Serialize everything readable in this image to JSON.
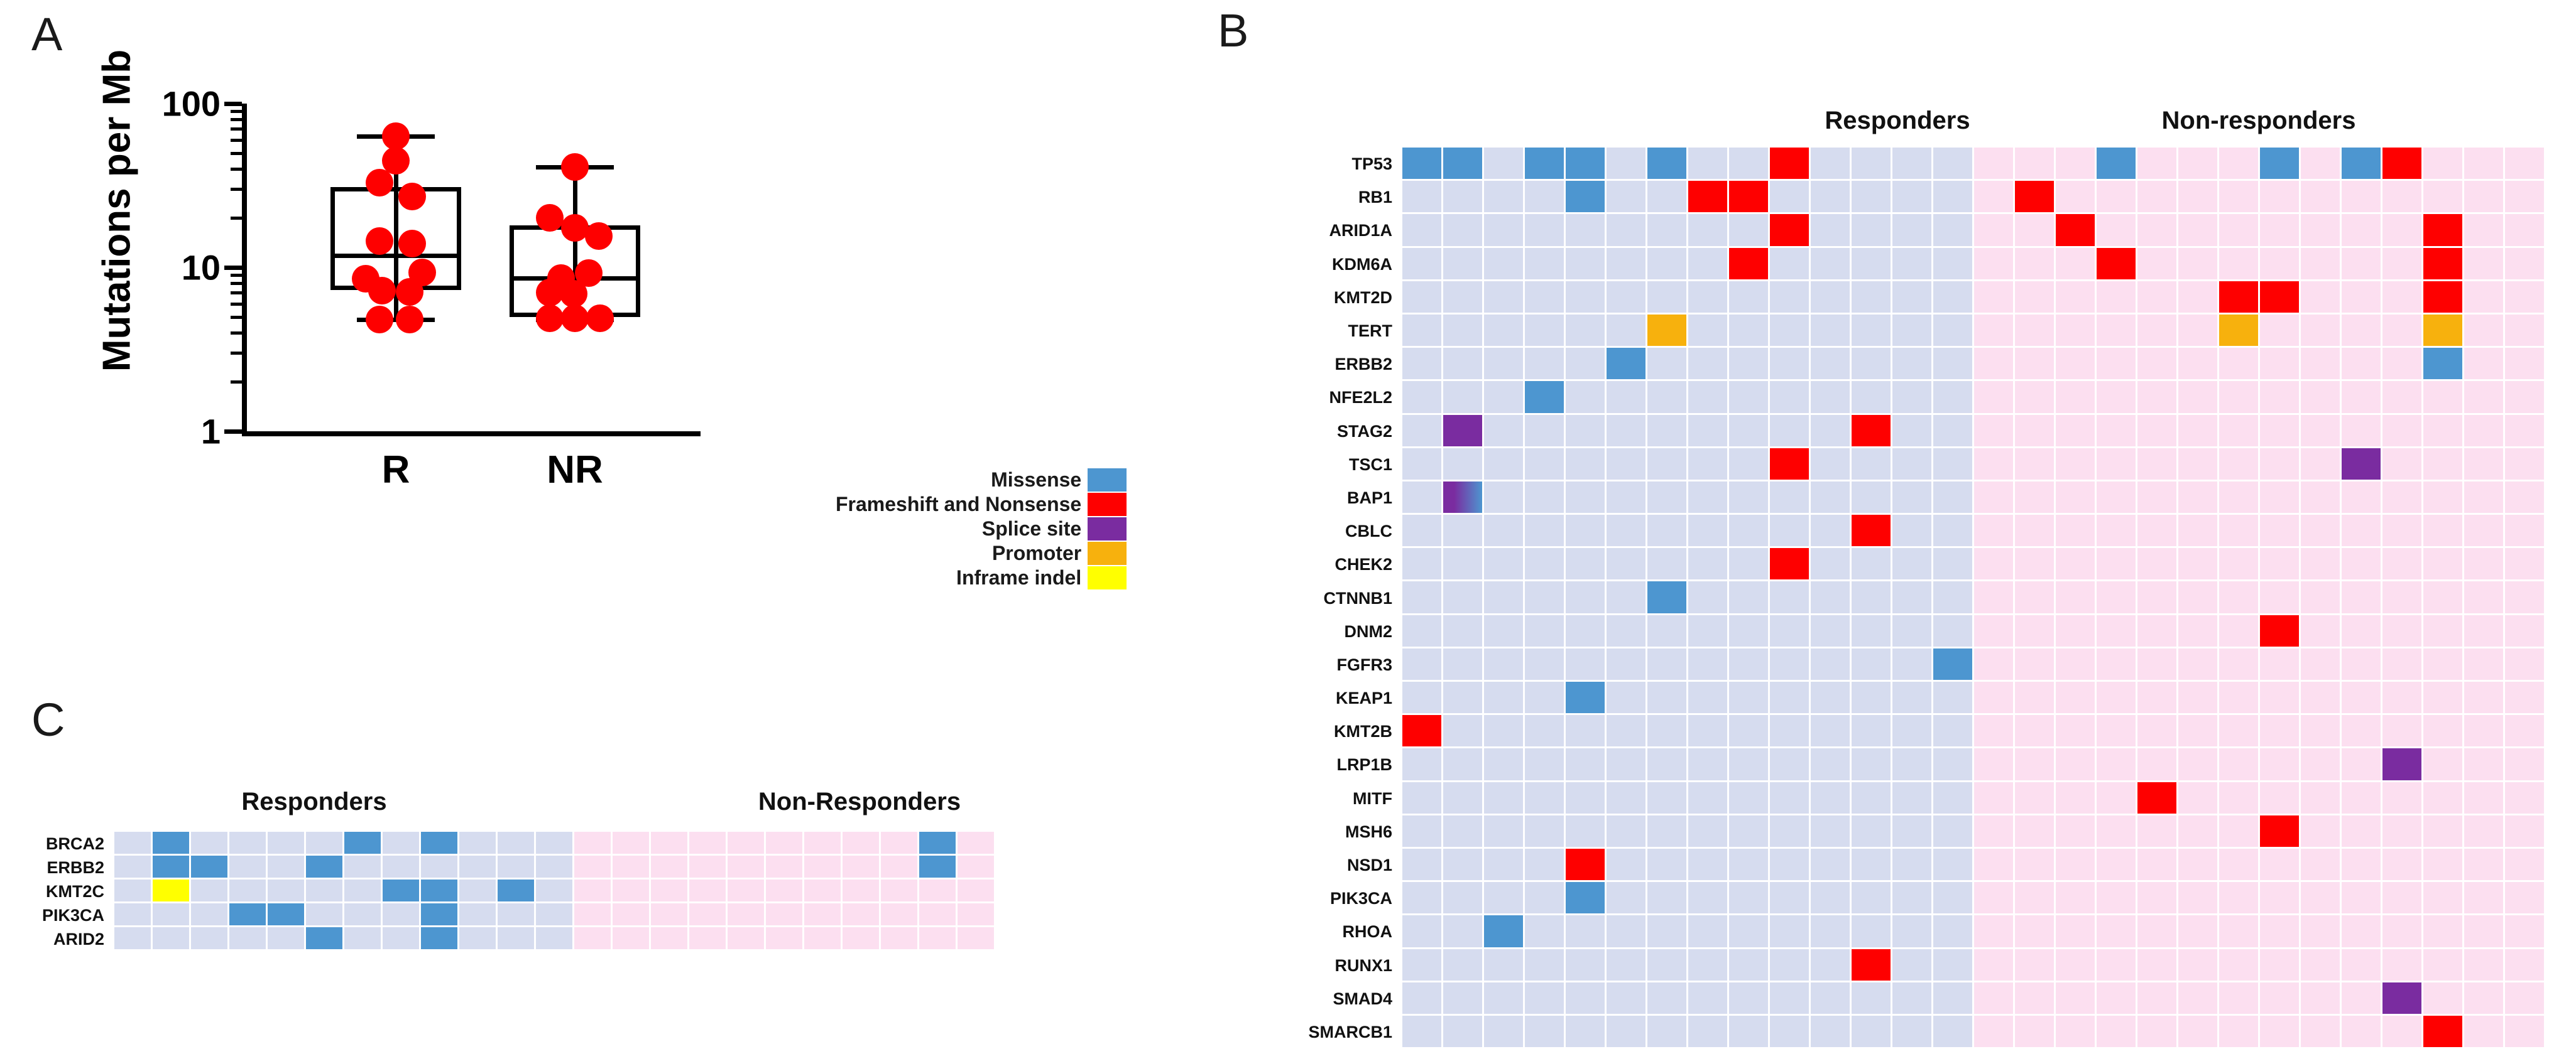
{
  "figure": {
    "panel_a_letter": "A",
    "panel_b_letter": "B",
    "panel_c_letter": "C"
  },
  "legend": {
    "items": [
      {
        "label": "Missense",
        "color": "#4d96d0"
      },
      {
        "label": "Frameshift and Nonsense",
        "color": "#fe0000"
      },
      {
        "label": "Splice site",
        "color": "#7a2ca0"
      },
      {
        "label": "Promoter",
        "color": "#f7b10d"
      },
      {
        "label": "Inframe indel",
        "color": "#ffff00"
      }
    ]
  },
  "chart_data": [
    {
      "type": "box",
      "panel": "A",
      "title": "",
      "ylabel": "Mutations per Mb",
      "xlabel": "",
      "yscale": "log",
      "ylim": [
        1,
        100
      ],
      "ytick_labels": [
        "100",
        "10",
        "1"
      ],
      "categories": [
        "R",
        "NR"
      ],
      "groups": [
        {
          "name": "R",
          "min": 4.8,
          "q1": 7.3,
          "median": 11.8,
          "q3": 31.0,
          "max": 63.0,
          "points": [
            63.0,
            45.0,
            33.0,
            27.0,
            14.5,
            14.0,
            9.3,
            8.5,
            7.2,
            7.1,
            4.8,
            4.8
          ]
        },
        {
          "name": "NR",
          "min": 4.8,
          "q1": 5.0,
          "median": 8.6,
          "q3": 18.0,
          "max": 41.0,
          "points": [
            41.0,
            20.0,
            17.5,
            15.5,
            9.2,
            8.6,
            7.0,
            6.9,
            4.9,
            4.9,
            4.9
          ]
        }
      ],
      "marker_color": "#fe0000"
    },
    {
      "type": "heatmap",
      "panel": "B",
      "title": "",
      "group_headers": [
        "Responders",
        "Non-responders"
      ],
      "responder_count": 14,
      "nonresponder_count": 14,
      "bg_responder": "#d6dcef",
      "bg_nonresponder": "#fcdff0",
      "genes": [
        "TP53",
        "RB1",
        "ARID1A",
        "KDM6A",
        "KMT2D",
        "TERT",
        "ERBB2",
        "NFE2L2",
        "STAG2",
        "TSC1",
        "BAP1",
        "CBLC",
        "CHEK2",
        "CTNNB1",
        "DNM2",
        "FGFR3",
        "KEAP1",
        "KMT2B",
        "LRP1B",
        "MITF",
        "MSH6",
        "NSD1",
        "PIK3CA",
        "RHOA",
        "RUNX1",
        "SMAD4",
        "SMARCB1"
      ],
      "value_codes": {
        "0": "none",
        "M": "Missense",
        "F": "Frameshift and Nonsense",
        "S": "Splice site",
        "P": "Promoter",
        "I": "Inframe indel",
        "SM": "Splice site + Missense"
      },
      "matrix": [
        [
          "M",
          "M",
          "0",
          "M",
          "M",
          "0",
          "M",
          "0",
          "0",
          "F",
          "0",
          "0",
          "0",
          "0",
          "0",
          "0",
          "0",
          "M",
          "0",
          "0",
          "0",
          "M",
          "0",
          "M",
          "F",
          "0",
          "0",
          "0"
        ],
        [
          "0",
          "0",
          "0",
          "0",
          "M",
          "0",
          "0",
          "F",
          "F",
          "0",
          "0",
          "0",
          "0",
          "0",
          "0",
          "F",
          "0",
          "0",
          "0",
          "0",
          "0",
          "0",
          "0",
          "0",
          "0",
          "0",
          "0",
          "0"
        ],
        [
          "0",
          "0",
          "0",
          "0",
          "0",
          "0",
          "0",
          "0",
          "0",
          "F",
          "0",
          "0",
          "0",
          "0",
          "0",
          "0",
          "F",
          "0",
          "0",
          "0",
          "0",
          "0",
          "0",
          "0",
          "0",
          "F",
          "0",
          "0"
        ],
        [
          "0",
          "0",
          "0",
          "0",
          "0",
          "0",
          "0",
          "0",
          "F",
          "0",
          "0",
          "0",
          "0",
          "0",
          "0",
          "0",
          "0",
          "F",
          "0",
          "0",
          "0",
          "0",
          "0",
          "0",
          "0",
          "F",
          "0",
          "0"
        ],
        [
          "0",
          "0",
          "0",
          "0",
          "0",
          "0",
          "0",
          "0",
          "0",
          "0",
          "0",
          "0",
          "0",
          "0",
          "0",
          "0",
          "0",
          "0",
          "0",
          "0",
          "F",
          "F",
          "0",
          "0",
          "0",
          "F",
          "0",
          "0"
        ],
        [
          "0",
          "0",
          "0",
          "0",
          "0",
          "0",
          "P",
          "0",
          "0",
          "0",
          "0",
          "0",
          "0",
          "0",
          "0",
          "0",
          "0",
          "0",
          "0",
          "0",
          "P",
          "0",
          "0",
          "0",
          "0",
          "P",
          "0",
          "0"
        ],
        [
          "0",
          "0",
          "0",
          "0",
          "0",
          "M",
          "0",
          "0",
          "0",
          "0",
          "0",
          "0",
          "0",
          "0",
          "0",
          "0",
          "0",
          "0",
          "0",
          "0",
          "0",
          "0",
          "0",
          "0",
          "0",
          "M",
          "0",
          "0"
        ],
        [
          "0",
          "0",
          "0",
          "M",
          "0",
          "0",
          "0",
          "0",
          "0",
          "0",
          "0",
          "0",
          "0",
          "0",
          "0",
          "0",
          "0",
          "0",
          "0",
          "0",
          "0",
          "0",
          "0",
          "0",
          "0",
          "0",
          "0",
          "0"
        ],
        [
          "0",
          "S",
          "0",
          "0",
          "0",
          "0",
          "0",
          "0",
          "0",
          "0",
          "0",
          "F",
          "0",
          "0",
          "0",
          "0",
          "0",
          "0",
          "0",
          "0",
          "0",
          "0",
          "0",
          "0",
          "0",
          "0",
          "0",
          "0"
        ],
        [
          "0",
          "0",
          "0",
          "0",
          "0",
          "0",
          "0",
          "0",
          "0",
          "F",
          "0",
          "0",
          "0",
          "0",
          "0",
          "0",
          "0",
          "0",
          "0",
          "0",
          "0",
          "0",
          "0",
          "S",
          "0",
          "0",
          "0",
          "0"
        ],
        [
          "0",
          "SM",
          "0",
          "0",
          "0",
          "0",
          "0",
          "0",
          "0",
          "0",
          "0",
          "0",
          "0",
          "0",
          "0",
          "0",
          "0",
          "0",
          "0",
          "0",
          "0",
          "0",
          "0",
          "0",
          "0",
          "0",
          "0",
          "0"
        ],
        [
          "0",
          "0",
          "0",
          "0",
          "0",
          "0",
          "0",
          "0",
          "0",
          "0",
          "0",
          "F",
          "0",
          "0",
          "0",
          "0",
          "0",
          "0",
          "0",
          "0",
          "0",
          "0",
          "0",
          "0",
          "0",
          "0",
          "0",
          "0"
        ],
        [
          "0",
          "0",
          "0",
          "0",
          "0",
          "0",
          "0",
          "0",
          "0",
          "F",
          "0",
          "0",
          "0",
          "0",
          "0",
          "0",
          "0",
          "0",
          "0",
          "0",
          "0",
          "0",
          "0",
          "0",
          "0",
          "0",
          "0",
          "0"
        ],
        [
          "0",
          "0",
          "0",
          "0",
          "0",
          "0",
          "M",
          "0",
          "0",
          "0",
          "0",
          "0",
          "0",
          "0",
          "0",
          "0",
          "0",
          "0",
          "0",
          "0",
          "0",
          "0",
          "0",
          "0",
          "0",
          "0",
          "0",
          "0"
        ],
        [
          "0",
          "0",
          "0",
          "0",
          "0",
          "0",
          "0",
          "0",
          "0",
          "0",
          "0",
          "0",
          "0",
          "0",
          "0",
          "0",
          "0",
          "0",
          "0",
          "0",
          "0",
          "F",
          "0",
          "0",
          "0",
          "0",
          "0",
          "0"
        ],
        [
          "0",
          "0",
          "0",
          "0",
          "0",
          "0",
          "0",
          "0",
          "0",
          "0",
          "0",
          "0",
          "0",
          "M",
          "0",
          "0",
          "0",
          "0",
          "0",
          "0",
          "0",
          "0",
          "0",
          "0",
          "0",
          "0",
          "0",
          "0"
        ],
        [
          "0",
          "0",
          "0",
          "0",
          "M",
          "0",
          "0",
          "0",
          "0",
          "0",
          "0",
          "0",
          "0",
          "0",
          "0",
          "0",
          "0",
          "0",
          "0",
          "0",
          "0",
          "0",
          "0",
          "0",
          "0",
          "0",
          "0",
          "0"
        ],
        [
          "F",
          "0",
          "0",
          "0",
          "0",
          "0",
          "0",
          "0",
          "0",
          "0",
          "0",
          "0",
          "0",
          "0",
          "0",
          "0",
          "0",
          "0",
          "0",
          "0",
          "0",
          "0",
          "0",
          "0",
          "0",
          "0",
          "0",
          "0"
        ],
        [
          "0",
          "0",
          "0",
          "0",
          "0",
          "0",
          "0",
          "0",
          "0",
          "0",
          "0",
          "0",
          "0",
          "0",
          "0",
          "0",
          "0",
          "0",
          "0",
          "0",
          "0",
          "0",
          "0",
          "0",
          "S",
          "0",
          "0",
          "0"
        ],
        [
          "0",
          "0",
          "0",
          "0",
          "0",
          "0",
          "0",
          "0",
          "0",
          "0",
          "0",
          "0",
          "0",
          "0",
          "0",
          "0",
          "0",
          "0",
          "F",
          "0",
          "0",
          "0",
          "0",
          "0",
          "0",
          "0",
          "0",
          "0"
        ],
        [
          "0",
          "0",
          "0",
          "0",
          "0",
          "0",
          "0",
          "0",
          "0",
          "0",
          "0",
          "0",
          "0",
          "0",
          "0",
          "0",
          "0",
          "0",
          "0",
          "0",
          "0",
          "F",
          "0",
          "0",
          "0",
          "0",
          "0",
          "0"
        ],
        [
          "0",
          "0",
          "0",
          "0",
          "F",
          "0",
          "0",
          "0",
          "0",
          "0",
          "0",
          "0",
          "0",
          "0",
          "0",
          "0",
          "0",
          "0",
          "0",
          "0",
          "0",
          "0",
          "0",
          "0",
          "0",
          "0",
          "0",
          "0"
        ],
        [
          "0",
          "0",
          "0",
          "0",
          "M",
          "0",
          "0",
          "0",
          "0",
          "0",
          "0",
          "0",
          "0",
          "0",
          "0",
          "0",
          "0",
          "0",
          "0",
          "0",
          "0",
          "0",
          "0",
          "0",
          "0",
          "0",
          "0",
          "0"
        ],
        [
          "0",
          "0",
          "M",
          "0",
          "0",
          "0",
          "0",
          "0",
          "0",
          "0",
          "0",
          "0",
          "0",
          "0",
          "0",
          "0",
          "0",
          "0",
          "0",
          "0",
          "0",
          "0",
          "0",
          "0",
          "0",
          "0",
          "0",
          "0"
        ],
        [
          "0",
          "0",
          "0",
          "0",
          "0",
          "0",
          "0",
          "0",
          "0",
          "0",
          "0",
          "F",
          "0",
          "0",
          "0",
          "0",
          "0",
          "0",
          "0",
          "0",
          "0",
          "0",
          "0",
          "0",
          "0",
          "0",
          "0",
          "0"
        ],
        [
          "0",
          "0",
          "0",
          "0",
          "0",
          "0",
          "0",
          "0",
          "0",
          "0",
          "0",
          "0",
          "0",
          "0",
          "0",
          "0",
          "0",
          "0",
          "0",
          "0",
          "0",
          "0",
          "0",
          "0",
          "S",
          "0",
          "0",
          "0"
        ],
        [
          "0",
          "0",
          "0",
          "0",
          "0",
          "0",
          "0",
          "0",
          "0",
          "0",
          "0",
          "0",
          "0",
          "0",
          "0",
          "0",
          "0",
          "0",
          "0",
          "0",
          "0",
          "0",
          "0",
          "0",
          "0",
          "F",
          "0",
          "0"
        ]
      ]
    },
    {
      "type": "heatmap",
      "panel": "C",
      "title": "",
      "group_headers": [
        "Responders",
        "Non-Responders"
      ],
      "responder_count": 12,
      "nonresponder_count": 11,
      "bg_responder": "#d6dcef",
      "bg_nonresponder": "#fcdff0",
      "genes": [
        "BRCA2",
        "ERBB2",
        "KMT2C",
        "PIK3CA",
        "ARID2"
      ],
      "value_codes": {
        "0": "none",
        "M": "Missense",
        "I": "Inframe indel"
      },
      "matrix": [
        [
          "0",
          "M",
          "0",
          "0",
          "0",
          "0",
          "M",
          "0",
          "M",
          "0",
          "0",
          "0",
          "0",
          "0",
          "0",
          "0",
          "0",
          "0",
          "0",
          "0",
          "0",
          "M",
          "0"
        ],
        [
          "0",
          "M",
          "M",
          "0",
          "0",
          "M",
          "0",
          "0",
          "0",
          "0",
          "0",
          "0",
          "0",
          "0",
          "0",
          "0",
          "0",
          "0",
          "0",
          "0",
          "0",
          "M",
          "0"
        ],
        [
          "0",
          "I",
          "0",
          "0",
          "0",
          "0",
          "0",
          "M",
          "M",
          "0",
          "M",
          "0",
          "0",
          "0",
          "0",
          "0",
          "0",
          "0",
          "0",
          "0",
          "0",
          "0",
          "0"
        ],
        [
          "0",
          "0",
          "0",
          "M",
          "M",
          "0",
          "0",
          "0",
          "M",
          "0",
          "0",
          "0",
          "0",
          "0",
          "0",
          "0",
          "0",
          "0",
          "0",
          "0",
          "0",
          "0",
          "0"
        ],
        [
          "0",
          "0",
          "0",
          "0",
          "0",
          "M",
          "0",
          "0",
          "M",
          "0",
          "0",
          "0",
          "0",
          "0",
          "0",
          "0",
          "0",
          "0",
          "0",
          "0",
          "0",
          "0",
          "0"
        ]
      ]
    }
  ]
}
